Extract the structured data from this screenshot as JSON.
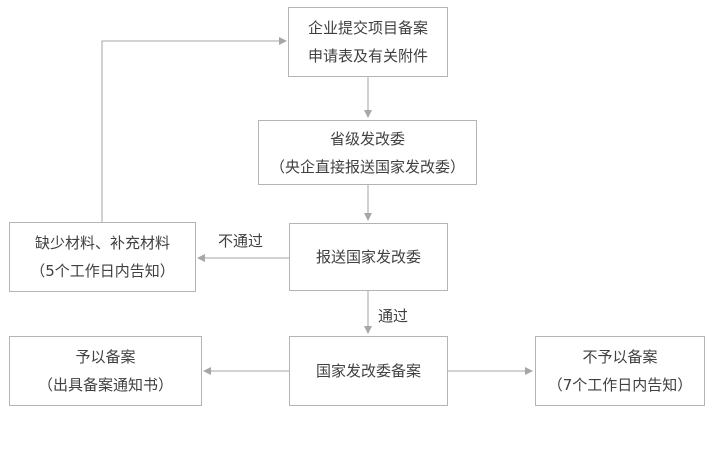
{
  "nodes": {
    "submit": {
      "lines": [
        "企业提交项目备案",
        "申请表及有关附件"
      ]
    },
    "provincial": {
      "lines": [
        "省级发改委",
        "（央企直接报送国家发改委）"
      ]
    },
    "forward": {
      "lines": [
        "报送国家发改委"
      ]
    },
    "supplement": {
      "lines": [
        "缺少材料、补充材料",
        "（5个工作日内告知）"
      ]
    },
    "file": {
      "lines": [
        "国家发改委备案"
      ]
    },
    "approve": {
      "lines": [
        "予以备案",
        "（出具备案通知书）"
      ]
    },
    "reject": {
      "lines": [
        "不予以备案",
        "（7个工作日内告知）"
      ]
    }
  },
  "edges": {
    "fail_label": "不通过",
    "pass_label": "通过"
  },
  "colors": {
    "line": "#a6a6a6",
    "border": "#b4b4b4",
    "text": "#404040"
  }
}
